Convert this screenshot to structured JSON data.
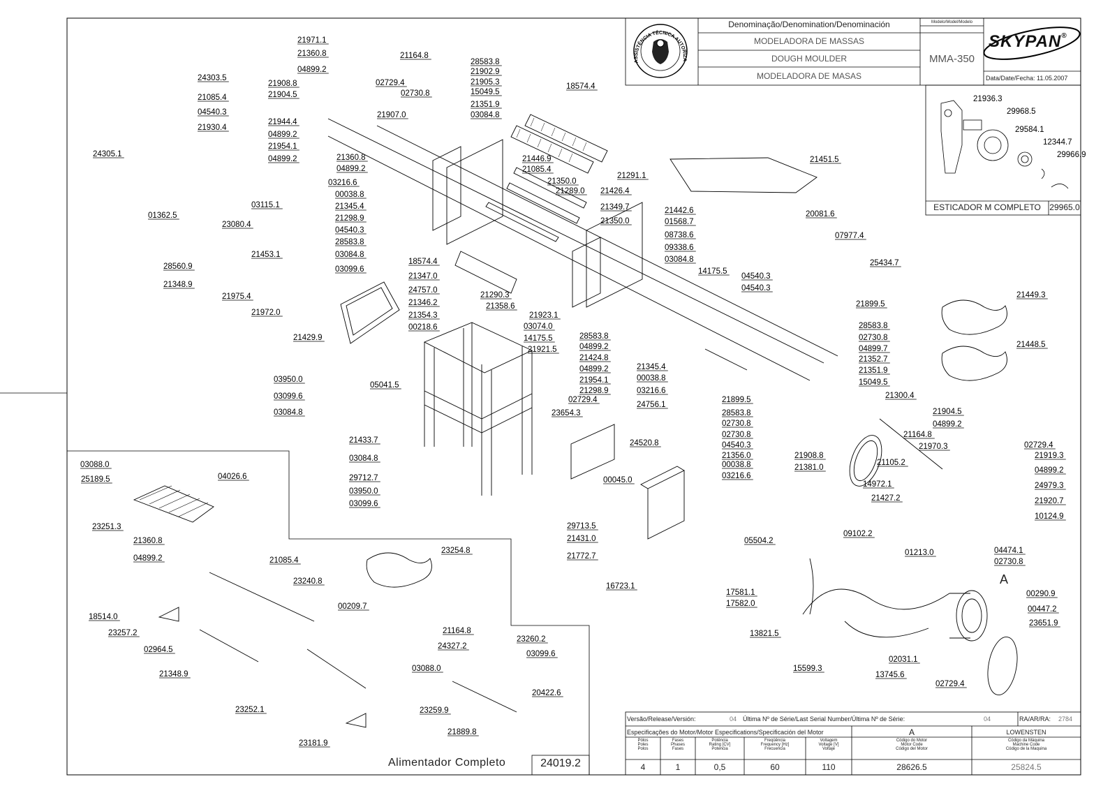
{
  "title_block": {
    "denomination_header": "Denominação/Denomination/Denominación",
    "model_header": "Modelo/Model/Modelo",
    "name_pt": "MODELADORA DE MASSAS",
    "name_en": "DOUGH MOULDER",
    "name_es": "MODELADORA DE MASAS",
    "model": "MMA-350",
    "brand": "SKYPAN",
    "brand_mark": "®",
    "date": "Data/Date/Fecha: 11.05.2007",
    "seal_text": "ASSISTÊNCIA TÉCNICA AUTORIZADA"
  },
  "tensioner_box": {
    "caption": "ESTICADOR M COMPLETO",
    "code": "29965.0",
    "labels": [
      "21936.3",
      "29968.5",
      "29584.1",
      "12344.7",
      "29966.9"
    ]
  },
  "feeder_box": {
    "caption": "Alimentador Completo",
    "code": "24019.2"
  },
  "bottom_block": {
    "version_label": "Versão/Release/Versión:",
    "version": "04",
    "serial_label": "Última Nº de Série/Last Serial Number/Última Nº de Série:",
    "serial": "04",
    "ra_label": "RA/AR/RA:",
    "ra": "2784",
    "motor_spec_label": "Especificações do Motor/Motor Especifications/Specificación del Motor",
    "motor_letter": "A",
    "motor_brand": "LOWENSTEN",
    "cols": [
      {
        "h": "Pólos\nPoles\nPolos",
        "v": "4"
      },
      {
        "h": "Fases\nPhases\nFases",
        "v": "1"
      },
      {
        "h": "Potência\nRating [CV]\nPotencia",
        "v": "0,5"
      },
      {
        "h": "Freqüência\nFrequency [Hz]\nFrecuencia",
        "v": "60"
      },
      {
        "h": "Voltagem\nVoltage [V]\nVoltaje",
        "v": "110"
      },
      {
        "h": "Código do Motor\nMotor Code\nCódigo del Motor",
        "v": "28626.5"
      },
      {
        "h": "Código da Máquina\nMachine Code\nCódigo de la Maquina",
        "v": "25824.5"
      }
    ]
  },
  "callout_A": "A",
  "part_labels": [
    "21971.1",
    "21360.8",
    "21164.8",
    "04899.2",
    "02729.4",
    "02730.8",
    "24303.5",
    "21908.8",
    "21904.5",
    "21085.4",
    "04540.3",
    "21930.4",
    "21944.4",
    "04899.2",
    "21954.1",
    "04899.2",
    "21907.0",
    "21360.8",
    "04899.2",
    "28583.8",
    "21902.9",
    "21905.3",
    "15049.5",
    "21351.9",
    "03084.8",
    "18574.4",
    "21446.9",
    "21085.4",
    "21291.1",
    "21451.5",
    "24305.1",
    "01362.5",
    "03216.6",
    "00038.8",
    "21345.4",
    "21298.9",
    "04540.3",
    "28583.8",
    "03084.8",
    "03099.6",
    "21350.0",
    "21289.0",
    "21426.4",
    "21349.7",
    "21350.0",
    "21442.6",
    "01568.7",
    "08738.6",
    "09338.6",
    "03084.8",
    "14175.5",
    "20081.6",
    "07977.4",
    "25434.7",
    "03115.1",
    "23080.4",
    "21453.1",
    "28560.9",
    "21348.9",
    "21975.4",
    "21972.0",
    "18574.4",
    "21347.0",
    "24757.0",
    "21346.2",
    "21354.3",
    "00218.6",
    "21290.3",
    "21358.6",
    "21923.1",
    "03074.0",
    "14175.5",
    "21921.5",
    "04540.3",
    "04540.3",
    "21429.9",
    "28583.8",
    "04899.2",
    "21424.8",
    "04899.2",
    "21954.1",
    "21298.9",
    "21345.4",
    "00038.8",
    "03216.6",
    "24756.1",
    "21899.5",
    "28583.8",
    "02730.8",
    "04899.7",
    "21352.7",
    "21351.9",
    "15049.5",
    "21449.3",
    "21448.5",
    "03950.0",
    "03099.6",
    "03084.8",
    "05041.5",
    "02729.4",
    "23654.3",
    "21433.7",
    "03084.8",
    "29712.7",
    "03950.0",
    "03099.6",
    "24520.8",
    "00045.0",
    "29713.5",
    "21431.0",
    "21772.7",
    "16723.1",
    "21899.5",
    "28583.8",
    "02730.8",
    "02730.8",
    "04540.3",
    "21356.0",
    "00038.8",
    "03216.6",
    "21300.4",
    "21904.5",
    "04899.2",
    "21164.8",
    "21970.3",
    "21908.8",
    "21381.0",
    "21105.2",
    "14972.1",
    "21427.2",
    "02729.4",
    "21919.3",
    "04899.2",
    "24979.3",
    "21920.7",
    "10124.9",
    "03088.0",
    "25189.5",
    "04026.6",
    "23251.3",
    "21360.8",
    "04899.2",
    "21085.4",
    "23240.8",
    "00209.7",
    "18514.0",
    "23257.2",
    "02964.5",
    "21348.9",
    "23252.1",
    "23181.9",
    "23254.8",
    "21164.8",
    "24327.2",
    "23260.2",
    "03099.6",
    "03088.0",
    "23259.9",
    "20422.6",
    "21889.8",
    "05504.2",
    "09102.2",
    "01213.0",
    "04474.1",
    "02730.8",
    "00290.9",
    "00447.2",
    "23651.9",
    "17581.1",
    "17582.0",
    "13821.5",
    "15599.3",
    "13745.6",
    "02031.1",
    "02729.4"
  ]
}
